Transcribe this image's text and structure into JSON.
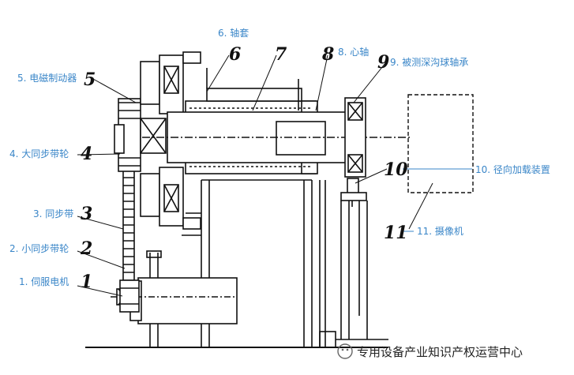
{
  "diagram": {
    "labels": {
      "l1": "1. 伺服电机",
      "l2": "2. 小同步带轮",
      "l3": "3. 同步带",
      "l4": "4. 大同步带轮",
      "l5": "5. 电磁制动器",
      "l6": "6. 轴套",
      "l8": "8. 心轴",
      "l9": "9. 被测深沟球轴承",
      "l10": "10. 径向加载装置",
      "l11": "11. 摄像机"
    },
    "numbers": {
      "n1": "1",
      "n2": "2",
      "n3": "3",
      "n4": "4",
      "n5": "5",
      "n6": "6",
      "n7": "7",
      "n8": "8",
      "n9": "9",
      "n10": "10",
      "n11": "11"
    },
    "watermark": "专用设备产业知识产权运营中心"
  },
  "colors": {
    "label": "#3a86c8",
    "line": "#111111"
  }
}
